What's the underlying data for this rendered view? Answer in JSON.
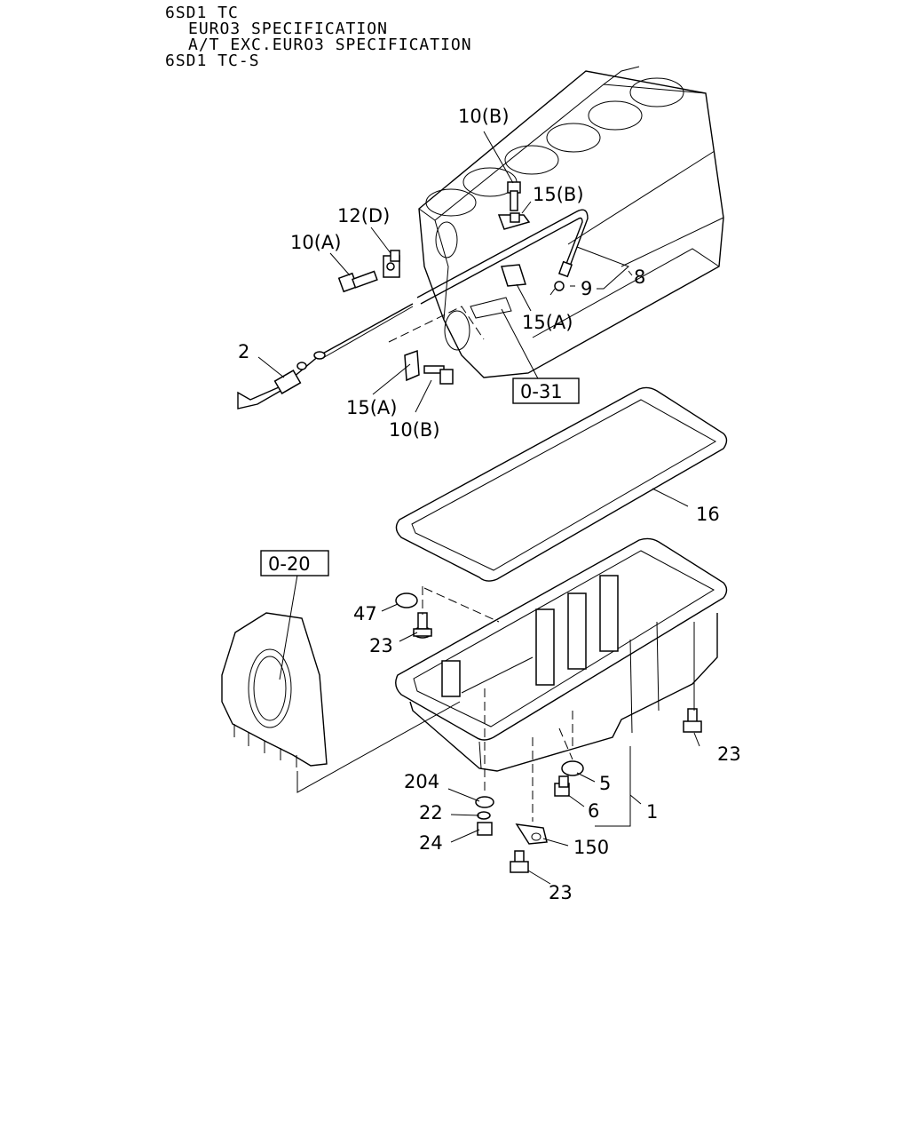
{
  "header": {
    "line1": "6SD1 TC",
    "line2": "EURO3 SPECIFICATION",
    "line3": "A/T EXC.EURO3 SPECIFICATION",
    "line4": "6SD1 TC-S"
  },
  "callouts": {
    "c_10b_top": "10(B)",
    "c_15b": "15(B)",
    "c_12d": "12(D)",
    "c_10a": "10(A)",
    "c_8": "8",
    "c_9": "9",
    "c_15a_right": "15(A)",
    "c_2": "2",
    "c_15a_left": "15(A)",
    "c_10b_bottom": "10(B)",
    "c_16": "16",
    "c_47": "47",
    "c_23_left": "23",
    "c_23_right": "23",
    "c_5": "5",
    "c_204": "204",
    "c_6": "6",
    "c_1": "1",
    "c_22": "22",
    "c_24": "24",
    "c_150": "150",
    "c_23_bottom": "23"
  },
  "references": {
    "ref_031": "0-31",
    "ref_020": "0-20"
  }
}
